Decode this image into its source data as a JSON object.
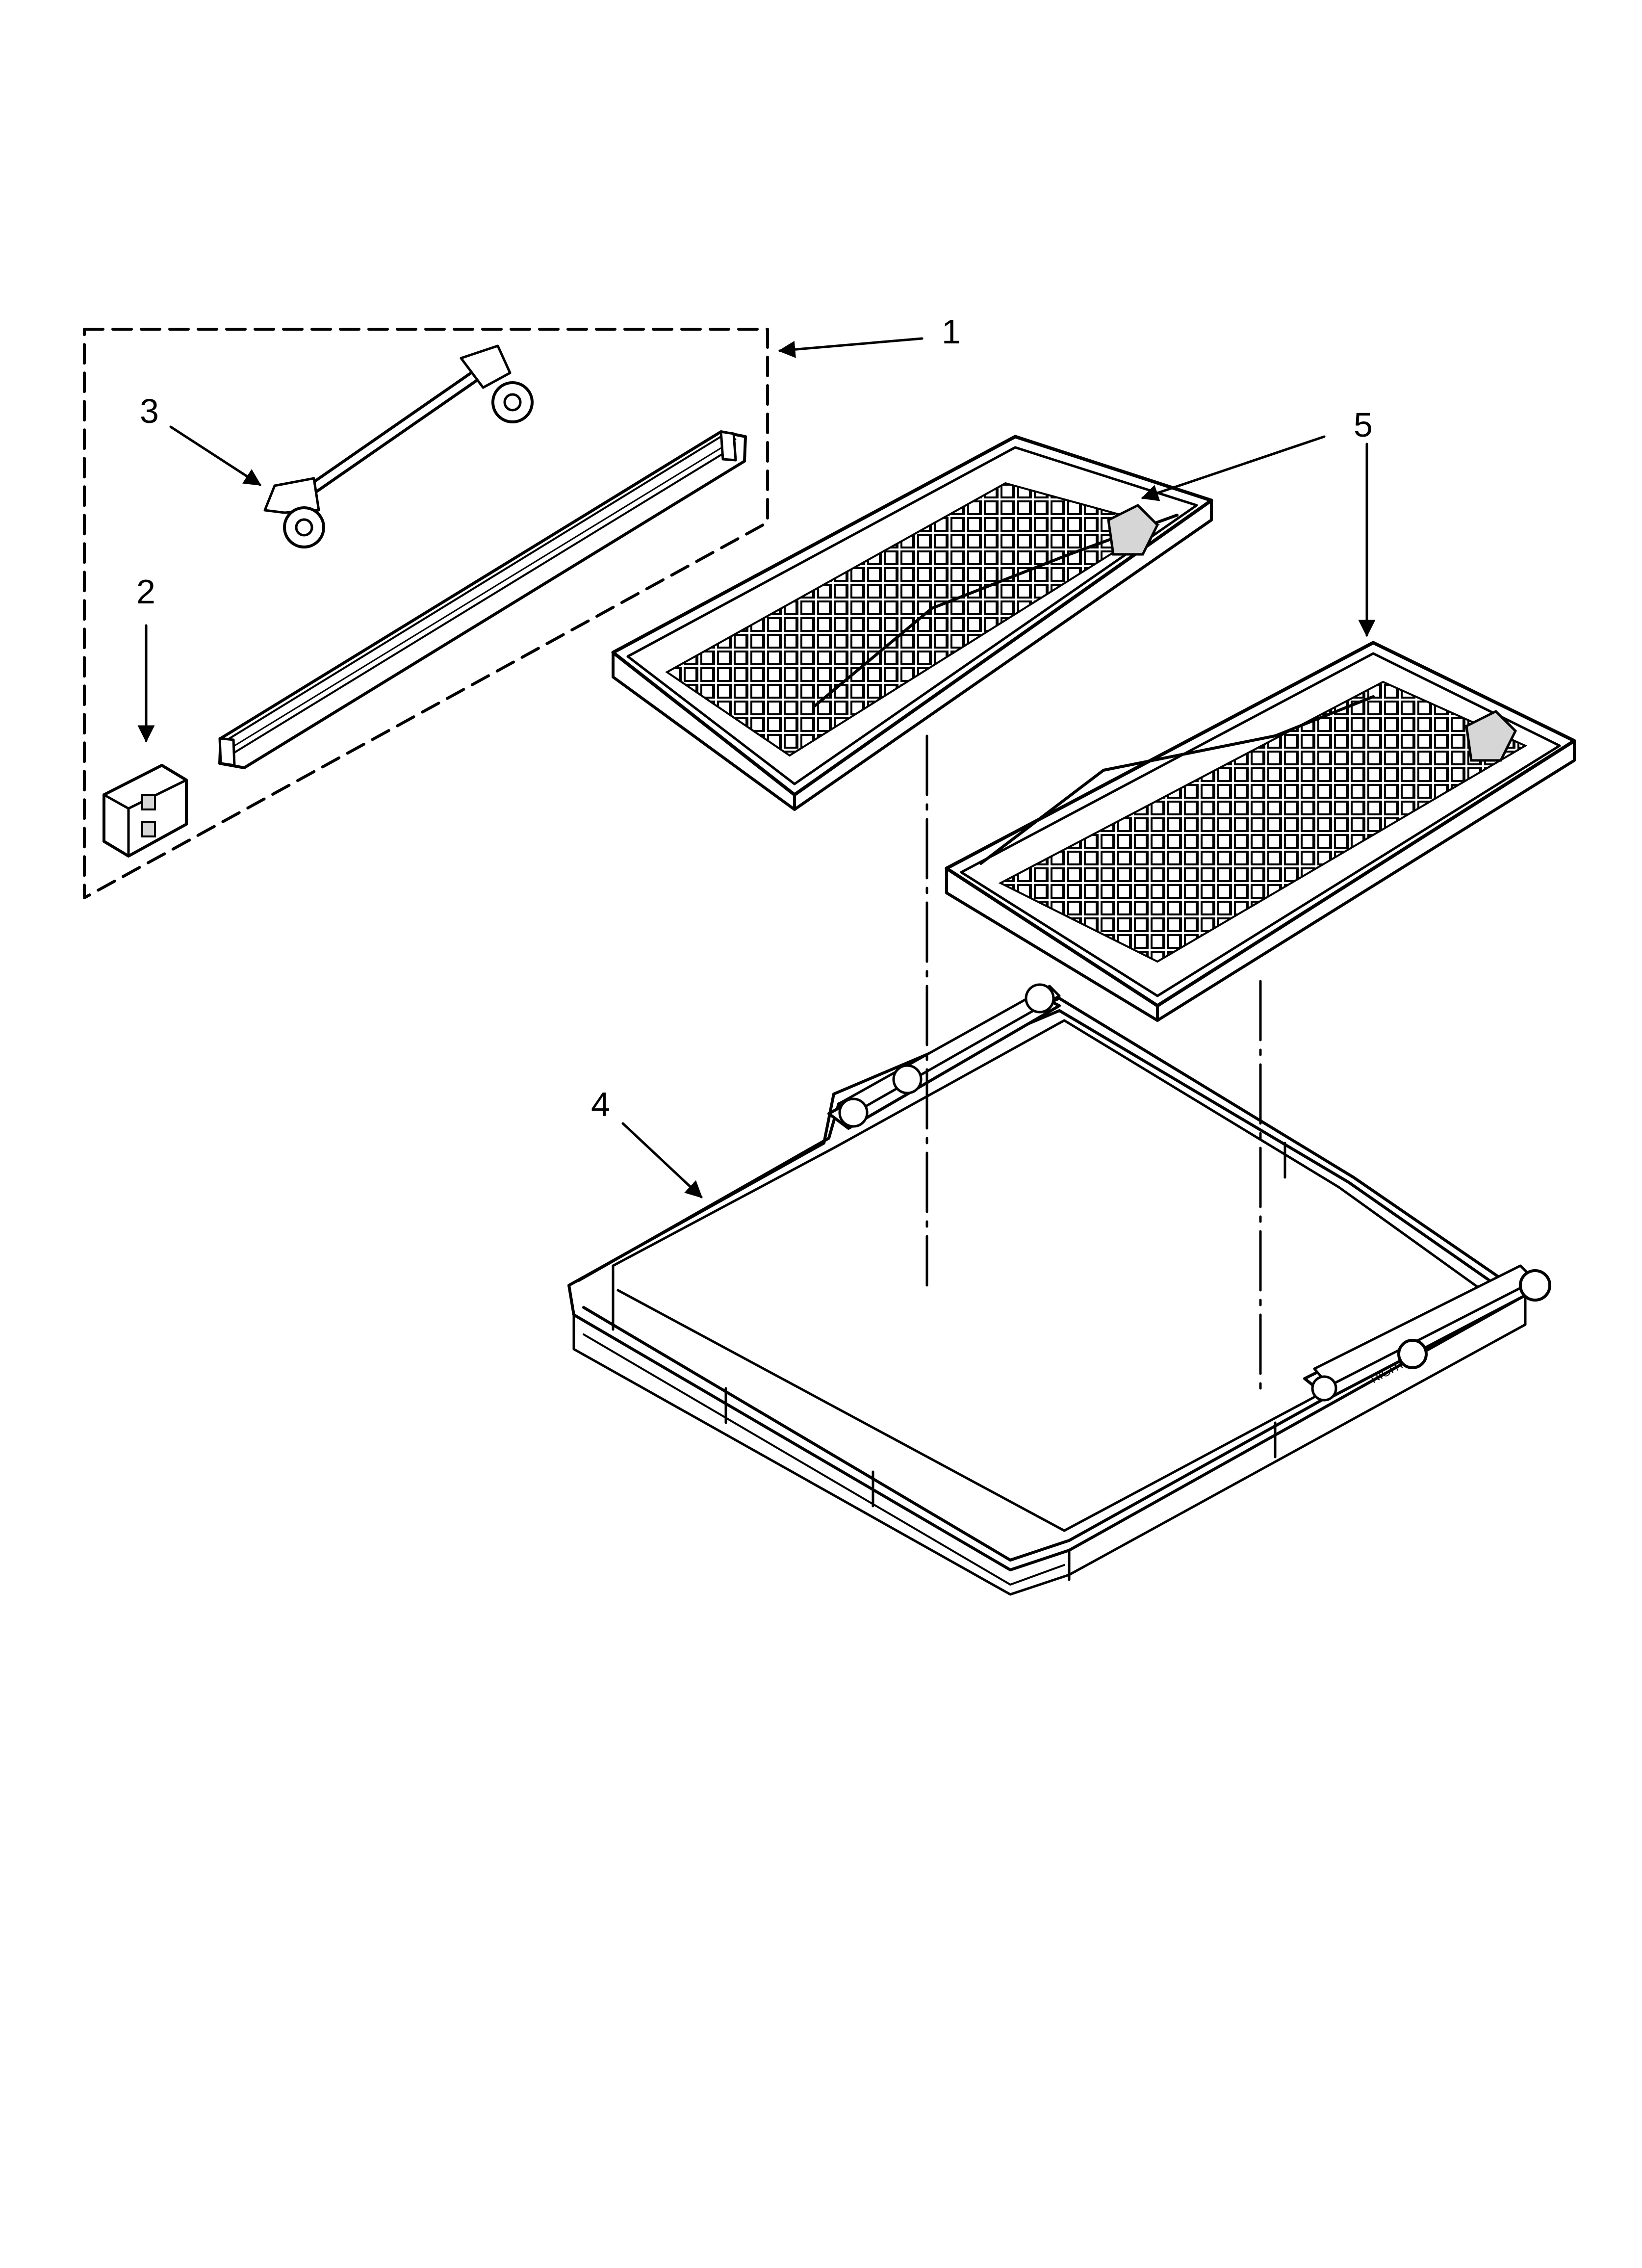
{
  "diagram": {
    "callouts": [
      {
        "id": "1",
        "label": "1"
      },
      {
        "id": "2",
        "label": "2"
      },
      {
        "id": "3",
        "label": "3"
      },
      {
        "id": "4",
        "label": "4"
      },
      {
        "id": "5",
        "label": "5"
      }
    ],
    "rack_side_marking": "RIGHT",
    "colors": {
      "line": "#000000",
      "background": "#ffffff",
      "shade": "#d6d6d6"
    }
  }
}
